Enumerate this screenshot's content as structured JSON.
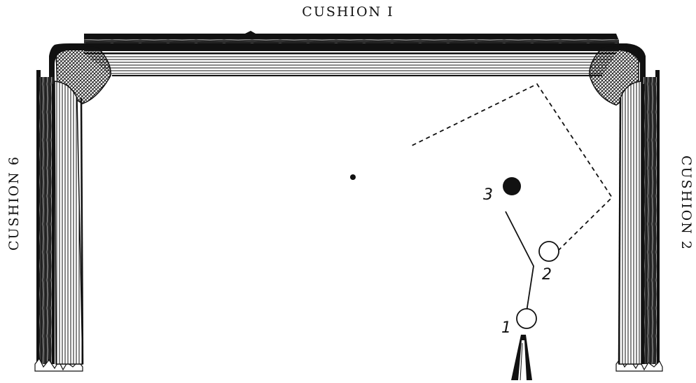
{
  "labels": {
    "top": "CUSHION I",
    "left": "CUSHION 6",
    "right": "CUSHION 2"
  },
  "balls": [
    {
      "number": "1",
      "fill": "white"
    },
    {
      "number": "2",
      "fill": "white"
    },
    {
      "number": "3",
      "fill": "black"
    }
  ],
  "colors": {
    "ink": "#111111",
    "cloth": "#ffffff"
  }
}
